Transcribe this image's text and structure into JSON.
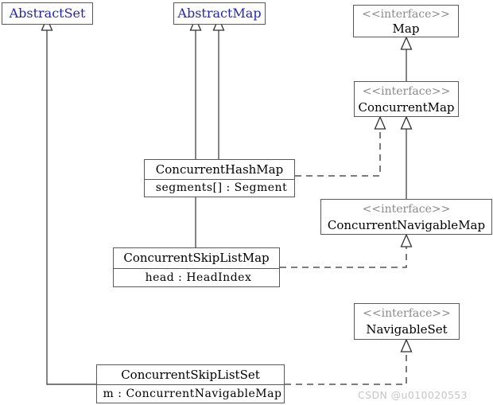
{
  "diagram": {
    "kind": "uml-class-diagram",
    "colors": {
      "background": "#ffffff",
      "box_border": "#5a5a5a",
      "class_name_text": "#000000",
      "abstract_name_text": "#2222cc",
      "stereotype_text": "#8a8a8a",
      "connector_solid": "#4f4f4f",
      "connector_dashed": "#6b6b6b",
      "watermark": "#c6c6c6"
    },
    "nodes": [
      {
        "id": "abstract-set",
        "name": "AbstractSet",
        "stereotype": "",
        "attributes": [],
        "name_color": "abstract"
      },
      {
        "id": "abstract-map",
        "name": "AbstractMap",
        "stereotype": "",
        "attributes": [],
        "name_color": "abstract"
      },
      {
        "id": "map",
        "name": "Map",
        "stereotype": "<<interface>>",
        "attributes": [],
        "name_color": "normal"
      },
      {
        "id": "concurrent-map",
        "name": "ConcurrentMap",
        "stereotype": "<<interface>>",
        "attributes": [],
        "name_color": "normal"
      },
      {
        "id": "concurrent-hash-map",
        "name": "ConcurrentHashMap",
        "stereotype": "",
        "attributes": [
          "segments[] : Segment"
        ],
        "name_color": "normal"
      },
      {
        "id": "concurrent-navigable-map",
        "name": "ConcurrentNavigableMap",
        "stereotype": "<<interface>>",
        "attributes": [],
        "name_color": "normal"
      },
      {
        "id": "concurrent-skip-list-map",
        "name": "ConcurrentSkipListMap",
        "stereotype": "",
        "attributes": [
          "head : HeadIndex"
        ],
        "name_color": "normal"
      },
      {
        "id": "navigable-set",
        "name": "NavigableSet",
        "stereotype": "<<interface>>",
        "attributes": [],
        "name_color": "normal"
      },
      {
        "id": "concurrent-skip-list-set",
        "name": "ConcurrentSkipListSet",
        "stereotype": "",
        "attributes": [
          "m : ConcurrentNavigableMap"
        ],
        "name_color": "normal"
      }
    ],
    "relationships": [
      {
        "from": "concurrent-skip-list-set",
        "to": "abstract-set",
        "type": "generalization",
        "style": "solid"
      },
      {
        "from": "concurrent-hash-map",
        "to": "abstract-map",
        "type": "generalization",
        "style": "solid"
      },
      {
        "from": "concurrent-skip-list-map",
        "to": "abstract-map",
        "type": "generalization",
        "style": "solid"
      },
      {
        "from": "concurrent-map",
        "to": "map",
        "type": "generalization",
        "style": "solid"
      },
      {
        "from": "concurrent-navigable-map",
        "to": "concurrent-map",
        "type": "generalization",
        "style": "solid"
      },
      {
        "from": "concurrent-hash-map",
        "to": "concurrent-map",
        "type": "realization",
        "style": "dashed"
      },
      {
        "from": "concurrent-skip-list-map",
        "to": "concurrent-navigable-map",
        "type": "realization",
        "style": "dashed"
      },
      {
        "from": "concurrent-skip-list-set",
        "to": "navigable-set",
        "type": "realization",
        "style": "dashed"
      }
    ],
    "watermark": "CSDN @u010020553"
  }
}
